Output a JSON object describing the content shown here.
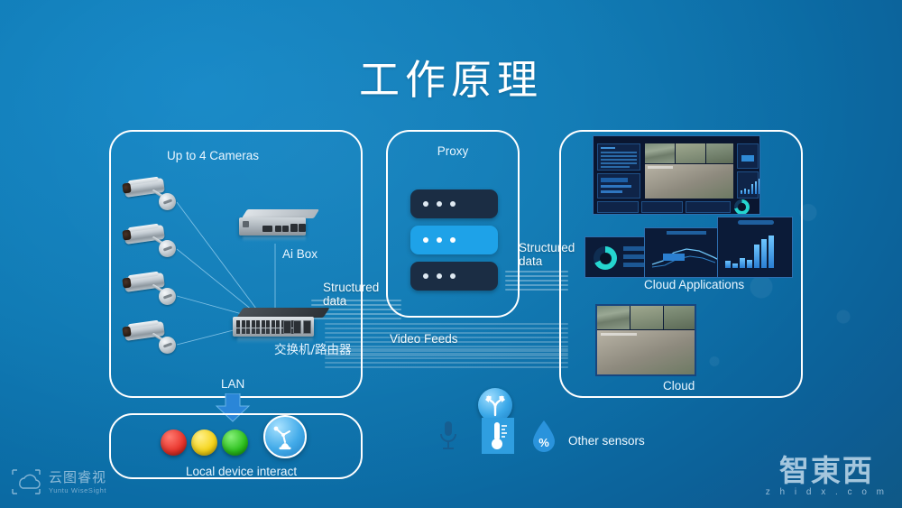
{
  "slide": {
    "title": "工作原理",
    "background_top": "#1186c6",
    "background_bottom": "#10567f"
  },
  "groups": {
    "local": {
      "label": "Up to 4 Cameras",
      "lan_label": "LAN"
    },
    "proxy": {
      "label": "Proxy"
    },
    "cloud_apps": {
      "label": "Cloud Applications"
    },
    "cloud": {
      "label": "Cloud"
    },
    "device": {
      "label": "Local device interact"
    }
  },
  "devices": {
    "ai_box": "Ai Box",
    "switch": "交换机/路由器",
    "camera_count": 4
  },
  "flows": {
    "structured_data_1": "Structured\ndata",
    "structured_data_1_line1": "Structured",
    "structured_data_1_line2": "data",
    "structured_data_2_line1": "Structured",
    "structured_data_2_line2": "data",
    "video_feeds": "Video Feeds"
  },
  "sensors": {
    "label": "Other sensors",
    "items": [
      {
        "name": "microphone-icon",
        "glyph": "mic"
      },
      {
        "name": "thermometer-icon",
        "glyph": "thermo"
      },
      {
        "name": "humidity-icon",
        "glyph": "%"
      }
    ]
  },
  "traffic_lights": [
    {
      "name": "red-light",
      "color": "#e8332a"
    },
    {
      "name": "yellow-light",
      "color": "#f5d417"
    },
    {
      "name": "green-light",
      "color": "#2bc01c"
    }
  ],
  "icons": {
    "branch": "branch-arrow-icon",
    "robot_arm": "robot-arm-icon"
  },
  "logos": {
    "left_cn": "云图睿视",
    "left_en": "Yuntu WiseSight",
    "right_cn": "智東西",
    "right_en": "z h i d x . c o m"
  },
  "colors": {
    "accent_cyan": "#25d6d0",
    "server_active": "#1ea2e8",
    "server_dark": "#1b2d44",
    "border_white": "#ffffff"
  }
}
